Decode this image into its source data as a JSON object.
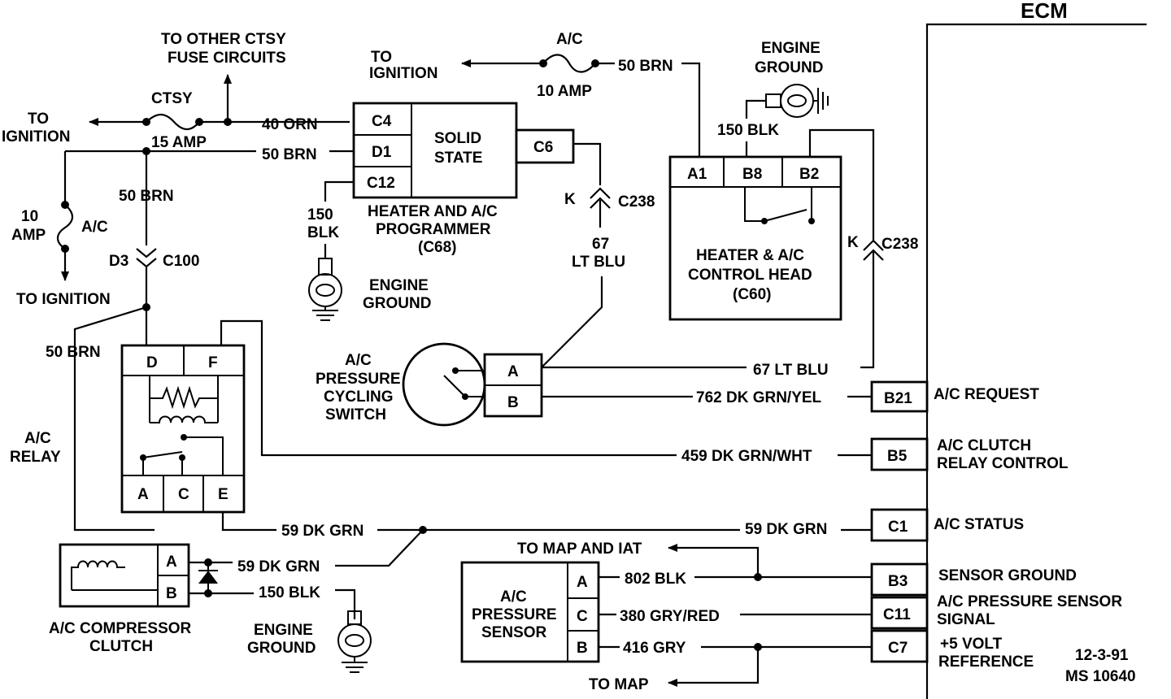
{
  "ecm": {
    "title": "ECM",
    "terminals": [
      {
        "pin": "B21",
        "label": [
          "A/C REQUEST"
        ]
      },
      {
        "pin": "B5",
        "label": [
          "A/C CLUTCH",
          "RELAY CONTROL"
        ]
      },
      {
        "pin": "C1",
        "label": [
          "A/C STATUS"
        ]
      },
      {
        "pin": "B3",
        "label": [
          "SENSOR GROUND"
        ]
      },
      {
        "pin": "C11",
        "label": [
          "A/C PRESSURE SENSOR",
          "SIGNAL"
        ]
      },
      {
        "pin": "C7",
        "label": [
          "+5 VOLT",
          "REFERENCE"
        ]
      }
    ]
  },
  "fuses": {
    "ctsy": {
      "name": "CTSY",
      "rating": "15 AMP"
    },
    "ac_top": {
      "name": "A/C",
      "rating": "10 AMP"
    },
    "ac_left": {
      "name": "A/C",
      "rating_lines": [
        "10",
        "AMP"
      ]
    }
  },
  "labels": {
    "to_other_ctsy": [
      "TO OTHER CTSY",
      "FUSE CIRCUITS"
    ],
    "to_ignition_left": [
      "TO",
      "IGNITION"
    ],
    "to_ignition_top": [
      "TO",
      "IGNITION"
    ],
    "to_ignition_bottom": "TO IGNITION",
    "to_map_and_iat": "TO MAP AND IAT",
    "to_map": "TO MAP",
    "engine_ground": [
      "ENGINE",
      "GROUND"
    ],
    "ground_wire_lines": [
      "150",
      "BLK"
    ],
    "date": "12-3-91",
    "ms_number": "MS 10640"
  },
  "wires": {
    "w40_orn": "40 ORN",
    "w50_brn": "50 BRN",
    "w150_blk": "150 BLK",
    "w67_lt_blu": "67 LT BLU",
    "w67_lines": [
      "67",
      "LT BLU"
    ],
    "w762": "762 DK GRN/YEL",
    "w459": "459 DK GRN/WHT",
    "w59": "59 DK GRN",
    "w802": "802 BLK",
    "w380": "380 GRY/RED",
    "w416": "416 GRY"
  },
  "connectors": {
    "c100": {
      "pin": "D3",
      "name": "C100"
    },
    "c238": {
      "pin": "K",
      "name": "C238"
    }
  },
  "programmer": {
    "pins": [
      "C4",
      "D1",
      "C12",
      "C6"
    ],
    "inner": [
      "SOLID",
      "STATE"
    ],
    "caption": [
      "HEATER AND A/C",
      "PROGRAMMER",
      "(C68)"
    ]
  },
  "control_head": {
    "pins": [
      "A1",
      "B8",
      "B2"
    ],
    "caption": [
      "HEATER & A/C",
      "CONTROL HEAD",
      "(C60)"
    ]
  },
  "switch": {
    "pins": [
      "A",
      "B"
    ],
    "caption": [
      "A/C",
      "PRESSURE",
      "CYCLING",
      "SWITCH"
    ]
  },
  "relay": {
    "top_pins": [
      "D",
      "F"
    ],
    "bottom_pins": [
      "A",
      "C",
      "E"
    ],
    "caption": [
      "A/C",
      "RELAY"
    ]
  },
  "clutch": {
    "pins": [
      "A",
      "B"
    ],
    "caption": [
      "A/C COMPRESSOR",
      "CLUTCH"
    ]
  },
  "pressure_sensor": {
    "pins": [
      "A",
      "C",
      "B"
    ],
    "caption": [
      "A/C",
      "PRESSURE",
      "SENSOR"
    ]
  }
}
